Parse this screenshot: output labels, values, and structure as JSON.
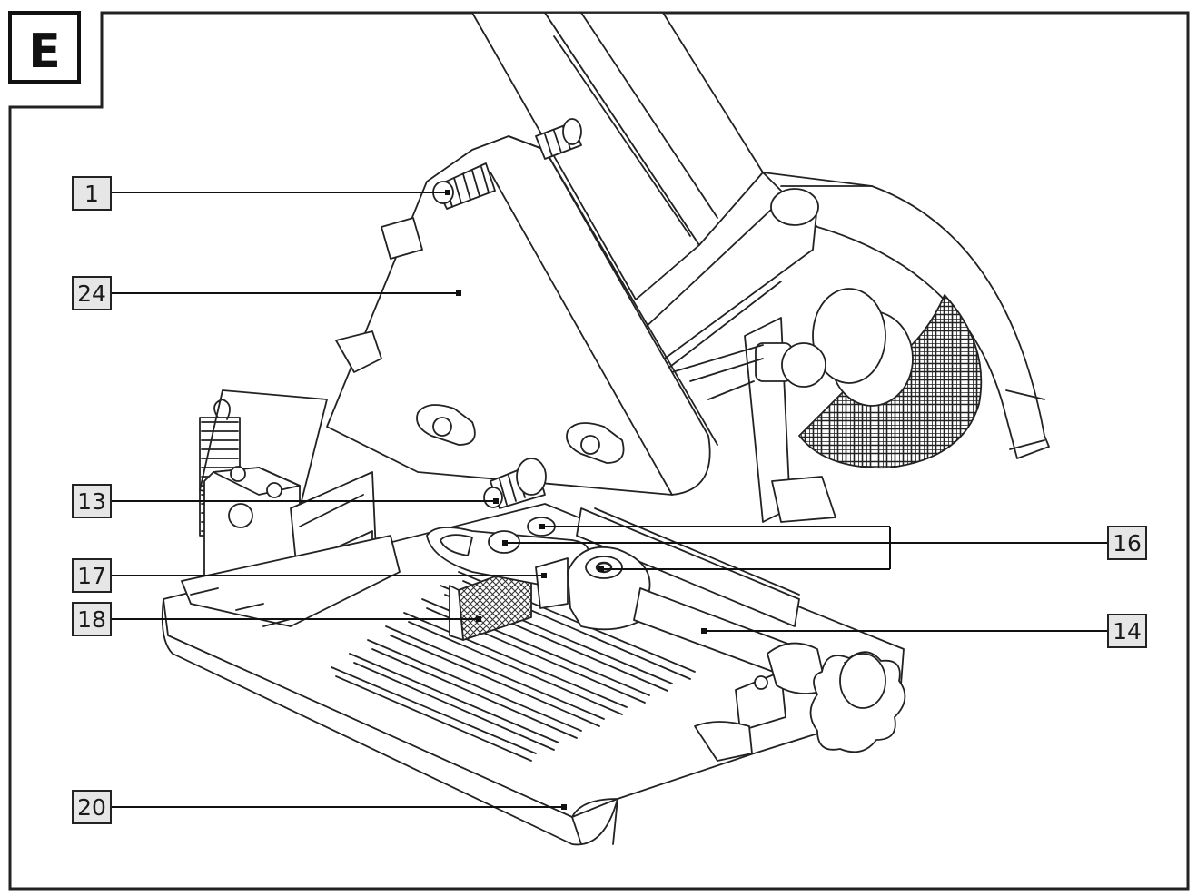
{
  "figure": {
    "panel_letter": "E"
  },
  "callouts": [
    {
      "id": "c1",
      "label": "1"
    },
    {
      "id": "c24",
      "label": "24"
    },
    {
      "id": "c13",
      "label": "13"
    },
    {
      "id": "c17",
      "label": "17"
    },
    {
      "id": "c18",
      "label": "18"
    },
    {
      "id": "c20",
      "label": "20"
    },
    {
      "id": "c16",
      "label": "16"
    },
    {
      "id": "c14",
      "label": "14"
    }
  ],
  "colors": {
    "line": "#1a1a1a",
    "label_fill": "#e6e6e6",
    "background": "#ffffff"
  }
}
